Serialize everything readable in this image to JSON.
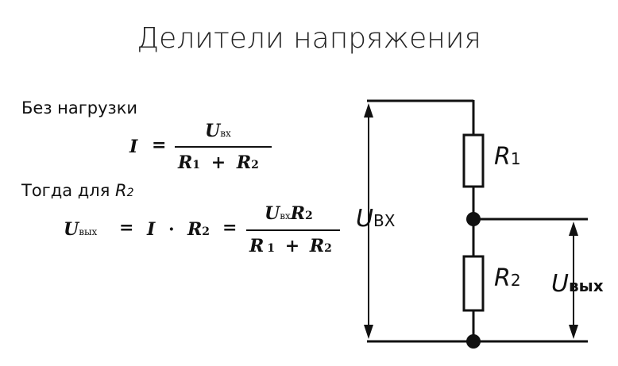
{
  "title": "Делители напряжения",
  "no_load_label": "Без нагрузки",
  "then_label": "Тогда для",
  "then_var": "R",
  "then_var_sub": "2",
  "formula1": {
    "lhs": "I",
    "eq": "=",
    "num_var": "U",
    "num_sub": "вх",
    "den_r1": "R",
    "den_r1_sub": "1",
    "den_plus": "+",
    "den_r2": "R",
    "den_r2_sub": "2"
  },
  "formula2": {
    "lhs_var": "U",
    "lhs_sub": "вых",
    "eq1": "=",
    "i_var": "I",
    "dot": "·",
    "r_var": "R",
    "r_sub": "2",
    "eq2": "=",
    "num_var": "U",
    "num_sub": "вх",
    "num_r": "R",
    "num_r_sub": "2",
    "den_r1": "R",
    "den_r1_sub": "1",
    "den_plus": "+",
    "den_r2": "R",
    "den_r2_sub": "2"
  },
  "circuit": {
    "r1_label": "R",
    "r1_sub": "1",
    "r2_label": "R",
    "r2_sub": "2",
    "uin_label": "U",
    "uin_sub": "ВХ",
    "uout_label": "U",
    "uout_sub": "вых"
  }
}
